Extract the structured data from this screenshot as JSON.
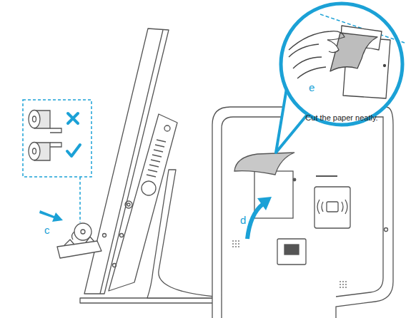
{
  "diagram": {
    "nodes": [
      {
        "text": [
          "e",
          "Cut the paper neatly."
        ]
      }
    ],
    "labels": [
      "c",
      "d"
    ]
  }
}
